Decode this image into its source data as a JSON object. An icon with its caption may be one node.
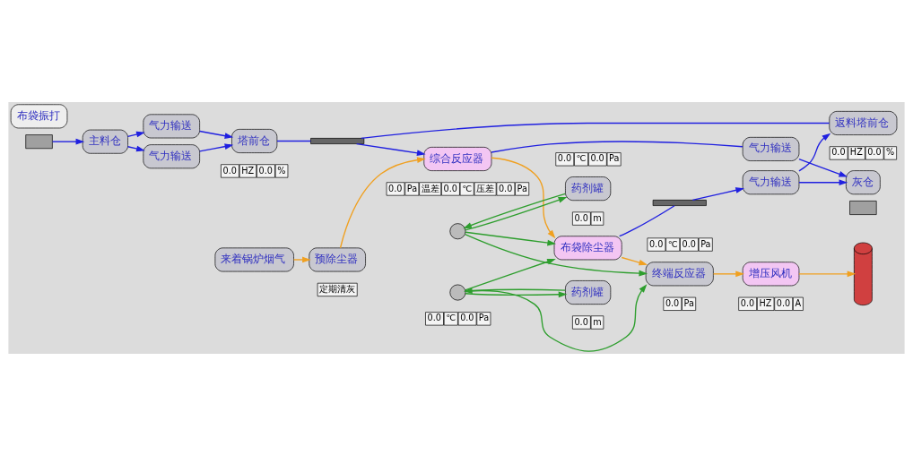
{
  "diagram": {
    "nodes": [
      {
        "text": [],
        "shape": "box"
      },
      {
        "text": [
          "主料仓"
        ]
      },
      {
        "text": [
          "气力输送"
        ]
      },
      {
        "text": [
          "气力输送"
        ]
      },
      {
        "text": [
          "塔前仓"
        ],
        "beside": [
          "0.0",
          "HZ",
          "0.0",
          "%"
        ]
      },
      {
        "text": [
          "综合反应器"
        ],
        "beside": [
          "0.0",
          "Pa",
          "温差",
          "0.0",
          "℃",
          "压差",
          "0.0",
          "Pa"
        ]
      },
      {
        "text": [
          "返料塔前仓"
        ],
        "beside": [
          "0.0",
          "HZ",
          "0.0",
          "%"
        ]
      },
      {
        "text": [],
        "shape": "bar"
      },
      {
        "text": [
          "来着锅炉烟气"
        ]
      },
      {
        "text": [
          "预除尘器"
        ],
        "beside": [
          "定期清灰"
        ]
      },
      {
        "text": [
          "气力输送"
        ]
      },
      {
        "text": [
          "布袋除尘器"
        ]
      },
      {
        "text": [
          "布袋振打"
        ]
      },
      {
        "text": [],
        "shape": "bar"
      },
      {
        "text": [
          "气力输送"
        ]
      },
      {
        "text": [
          "灰仓"
        ]
      },
      {
        "text": [],
        "shape": "box"
      },
      {
        "text": [
          "终端反应器"
        ],
        "beside": [
          "0.0",
          "Pa"
        ]
      },
      {
        "text": [
          "增压风机"
        ],
        "beside": [
          "0.0",
          "HZ",
          "0.0",
          "A"
        ]
      },
      {
        "text": [],
        "shape": "cylinder"
      },
      {
        "text": [
          "药剂罐"
        ],
        "beside": [
          "0.0",
          "m"
        ]
      },
      {
        "text": [
          "药剂罐"
        ],
        "beside": [
          "0.0",
          "m"
        ]
      },
      {
        "text": [],
        "shape": "circle"
      },
      {
        "text": [],
        "shape": "circle"
      }
    ],
    "edges": [
      {
        "from": 0,
        "to": 1,
        "arrow": "to"
      },
      {
        "from": 1,
        "to": 2,
        "arrow": "to"
      },
      {
        "from": 1,
        "to": 3,
        "arrow": "to"
      },
      {
        "from": 2,
        "to": 4,
        "arrow": "to"
      },
      {
        "from": 3,
        "to": 4,
        "arrow": "to"
      },
      {
        "from": 4,
        "to": 7,
        "arrow": "none"
      },
      {
        "from": 6,
        "to": 7,
        "arrow": "none"
      },
      {
        "from": 7,
        "to": 5,
        "arrow": "to"
      },
      {
        "from": 8,
        "to": 9,
        "arrow": "to",
        "color": "#f0a020"
      },
      {
        "from": 9,
        "to": 5,
        "arrow": "to",
        "color": "#f0a020"
      },
      {
        "from": 5,
        "to": 10,
        "arrow": "none"
      },
      {
        "from": 10,
        "to": 15,
        "arrow": "to"
      },
      {
        "from": 5,
        "to": 11,
        "arrow": "to",
        "color": "#f0a020"
      },
      {
        "from": 11,
        "to": 13,
        "arrow": "none"
      },
      {
        "from": 13,
        "to": 14,
        "arrow": "to"
      },
      {
        "from": 14,
        "to": 6,
        "arrow": "to"
      },
      {
        "from": 14,
        "to": 15,
        "arrow": "to"
      },
      {
        "from": 11,
        "to": 17,
        "arrow": "to",
        "color": "#f0a020"
      },
      {
        "from": 17,
        "to": 18,
        "arrow": "to",
        "color": "#f0a020"
      },
      {
        "from": 18,
        "to": 19,
        "arrow": "to",
        "color": "#f0a020"
      },
      {
        "from": 20,
        "to": 23,
        "arrow": "to",
        "color": "#2e9e2e"
      },
      {
        "from": 21,
        "to": 22,
        "arrow": "to",
        "color": "#2e9e2e"
      },
      {
        "from": 22,
        "to": 21,
        "arrow": "to",
        "color": "#2e9e2e"
      },
      {
        "from": 23,
        "to": 20,
        "arrow": "to",
        "color": "#2e9e2e"
      },
      {
        "from": 22,
        "to": 11,
        "arrow": "to",
        "color": "#2e9e2e"
      },
      {
        "from": 23,
        "to": 11,
        "arrow": "to",
        "color": "#2e9e2e"
      },
      {
        "from": 22,
        "to": 17,
        "arrow": "to",
        "color": "#2e9e2e"
      },
      {
        "from": 23,
        "to": 17,
        "arrow": "to",
        "color": "#2e9e2e"
      }
    ],
    "labels": [
      "0.0",
      "℃",
      "0.0",
      "Pa",
      "0.0",
      "℃",
      "0.0",
      "Pa",
      "0.0",
      "℃",
      "0.0",
      "Pa"
    ]
  }
}
